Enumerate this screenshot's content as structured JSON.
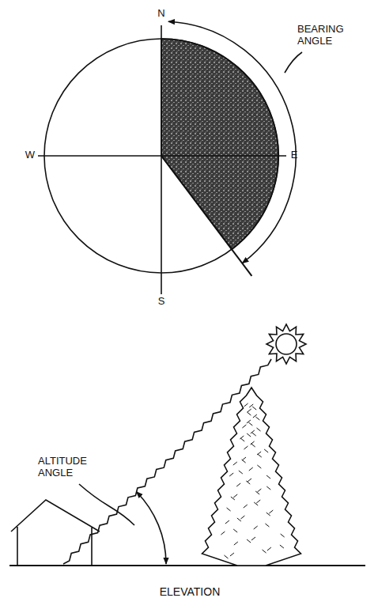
{
  "diagram": {
    "caption": "ELEVATION",
    "labels": [
      "N",
      "W",
      "E",
      "S",
      "BEARING ANGLE",
      "ALTITUDE ANGLE"
    ]
  }
}
